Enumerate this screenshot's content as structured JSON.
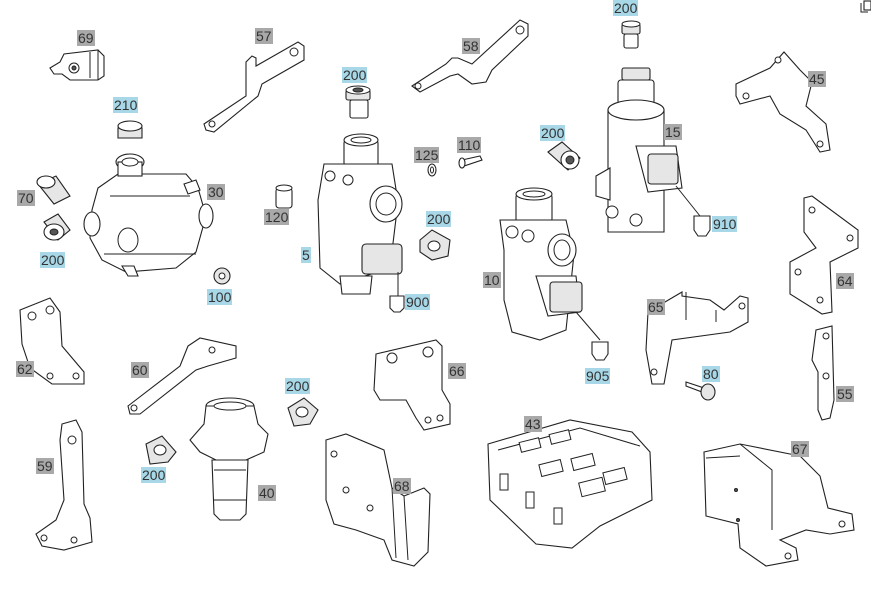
{
  "callouts": [
    {
      "id": "c69",
      "text": "69",
      "style": "grey"
    },
    {
      "id": "c57",
      "text": "57",
      "style": "grey"
    },
    {
      "id": "c58",
      "text": "58",
      "style": "grey"
    },
    {
      "id": "c200a",
      "text": "200",
      "style": "blue"
    },
    {
      "id": "c200b",
      "text": "200",
      "style": "blue"
    },
    {
      "id": "c45",
      "text": "45",
      "style": "grey"
    },
    {
      "id": "c210",
      "text": "210",
      "style": "blue"
    },
    {
      "id": "c15",
      "text": "15",
      "style": "grey"
    },
    {
      "id": "c200c",
      "text": "200",
      "style": "blue"
    },
    {
      "id": "c125",
      "text": "125",
      "style": "grey"
    },
    {
      "id": "c110",
      "text": "110",
      "style": "grey"
    },
    {
      "id": "c70",
      "text": "70",
      "style": "grey"
    },
    {
      "id": "c30",
      "text": "30",
      "style": "grey"
    },
    {
      "id": "c120",
      "text": "120",
      "style": "grey"
    },
    {
      "id": "c200d",
      "text": "200",
      "style": "blue"
    },
    {
      "id": "c910",
      "text": "910",
      "style": "blue"
    },
    {
      "id": "c200e",
      "text": "200",
      "style": "blue"
    },
    {
      "id": "c5",
      "text": "5",
      "style": "blue"
    },
    {
      "id": "c10",
      "text": "10",
      "style": "grey"
    },
    {
      "id": "c64",
      "text": "64",
      "style": "grey"
    },
    {
      "id": "c100",
      "text": "100",
      "style": "blue"
    },
    {
      "id": "c900",
      "text": "900",
      "style": "blue"
    },
    {
      "id": "c65",
      "text": "65",
      "style": "grey"
    },
    {
      "id": "c62",
      "text": "62",
      "style": "grey"
    },
    {
      "id": "c60",
      "text": "60",
      "style": "grey"
    },
    {
      "id": "c66",
      "text": "66",
      "style": "grey"
    },
    {
      "id": "c905",
      "text": "905",
      "style": "blue"
    },
    {
      "id": "c80",
      "text": "80",
      "style": "blue"
    },
    {
      "id": "c200f",
      "text": "200",
      "style": "blue"
    },
    {
      "id": "c55",
      "text": "55",
      "style": "grey"
    },
    {
      "id": "c43",
      "text": "43",
      "style": "grey"
    },
    {
      "id": "c67",
      "text": "67",
      "style": "grey"
    },
    {
      "id": "c59",
      "text": "59",
      "style": "grey"
    },
    {
      "id": "c200g",
      "text": "200",
      "style": "blue"
    },
    {
      "id": "c68",
      "text": "68",
      "style": "grey"
    },
    {
      "id": "c40",
      "text": "40",
      "style": "grey"
    }
  ],
  "corner_icon": "copy-icon"
}
